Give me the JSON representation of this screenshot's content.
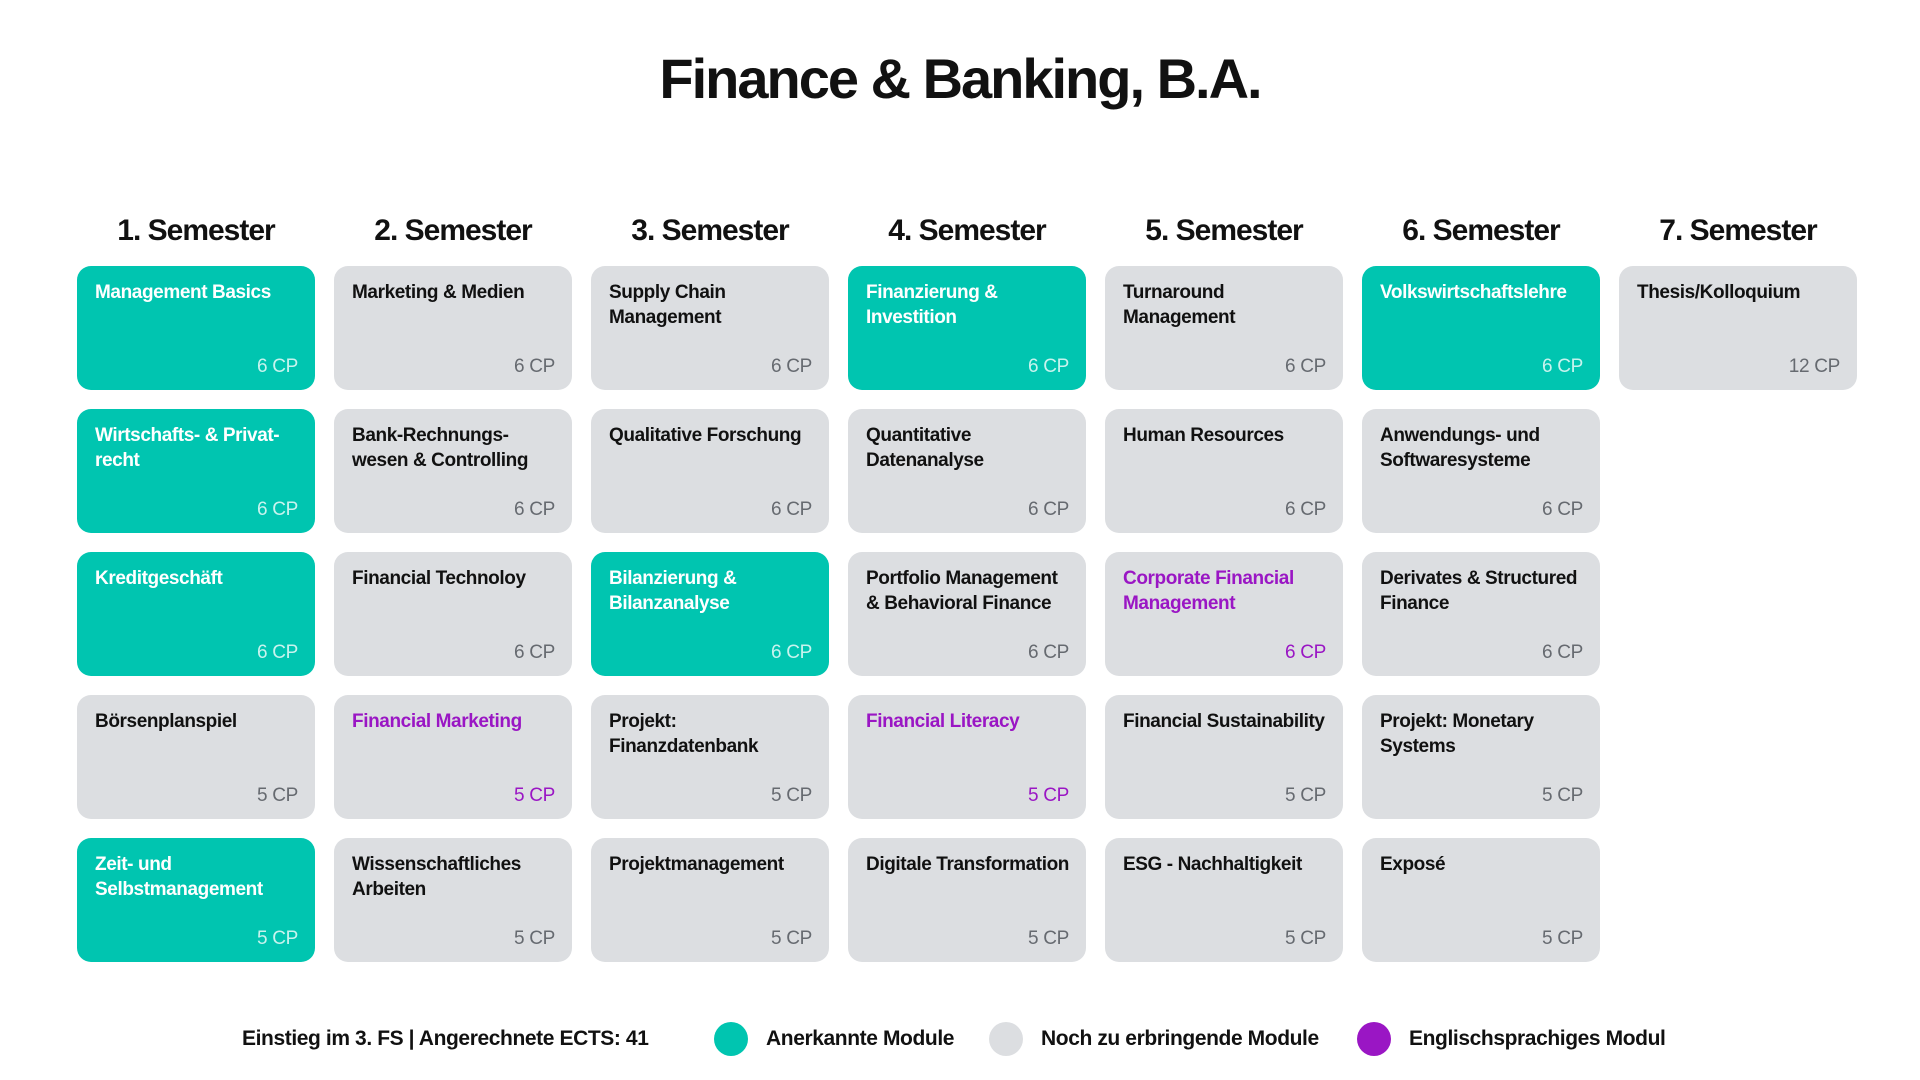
{
  "title": "Finance & Banking, B.A.",
  "colors": {
    "recognized": "#00c5b0",
    "pending": "#dcdee1",
    "english": "#9a16c4"
  },
  "semesters": [
    {
      "label": "1. Semester",
      "modules": [
        {
          "name": "Management Basics",
          "cp": "6 CP",
          "status": "recognized"
        },
        {
          "name": "Wirtschafts- & Privat-recht",
          "cp": "6 CP",
          "status": "recognized"
        },
        {
          "name": "Kreditgeschäft",
          "cp": "6 CP",
          "status": "recognized"
        },
        {
          "name": "Börsenplanspiel",
          "cp": "5 CP",
          "status": "pending"
        },
        {
          "name": "Zeit- und Selbstmanagement",
          "cp": "5 CP",
          "status": "recognized"
        }
      ]
    },
    {
      "label": "2. Semester",
      "modules": [
        {
          "name": "Marketing & Medien",
          "cp": "6 CP",
          "status": "pending"
        },
        {
          "name": "Bank-Rechnungs-wesen & Controlling",
          "cp": "6 CP",
          "status": "pending"
        },
        {
          "name": "Financial Technoloy",
          "cp": "6 CP",
          "status": "pending"
        },
        {
          "name": "Financial Marketing",
          "cp": "5 CP",
          "status": "english"
        },
        {
          "name": "Wissenschaftliches Arbeiten",
          "cp": "5 CP",
          "status": "pending"
        }
      ]
    },
    {
      "label": "3. Semester",
      "modules": [
        {
          "name": "Supply Chain Management",
          "cp": "6 CP",
          "status": "pending"
        },
        {
          "name": "Qualitative Forschung",
          "cp": "6 CP",
          "status": "pending"
        },
        {
          "name": "Bilanzierung & Bilanzanalyse",
          "cp": "6 CP",
          "status": "recognized"
        },
        {
          "name": "Projekt: Finanzdatenbank",
          "cp": "5 CP",
          "status": "pending"
        },
        {
          "name": "Projektmanagement",
          "cp": "5 CP",
          "status": "pending"
        }
      ]
    },
    {
      "label": "4. Semester",
      "modules": [
        {
          "name": "Finanzierung & Investition",
          "cp": "6 CP",
          "status": "recognized"
        },
        {
          "name": "Quantitative Datenanalyse",
          "cp": "6 CP",
          "status": "pending"
        },
        {
          "name": "Portfolio Management & Behavioral Finance",
          "cp": "6 CP",
          "status": "pending"
        },
        {
          "name": "Financial Literacy",
          "cp": "5 CP",
          "status": "english"
        },
        {
          "name": "Digitale Transformation",
          "cp": "5 CP",
          "status": "pending"
        }
      ]
    },
    {
      "label": "5. Semester",
      "modules": [
        {
          "name": "Turnaround Management",
          "cp": "6 CP",
          "status": "pending"
        },
        {
          "name": "Human Resources",
          "cp": "6 CP",
          "status": "pending"
        },
        {
          "name": "Corporate Financial Management",
          "cp": "6 CP",
          "status": "english"
        },
        {
          "name": "Financial Sustainability",
          "cp": "5 CP",
          "status": "pending"
        },
        {
          "name": "ESG - Nachhaltigkeit",
          "cp": "5 CP",
          "status": "pending"
        }
      ]
    },
    {
      "label": "6. Semester",
      "modules": [
        {
          "name": "Volkswirtschaftslehre",
          "cp": "6 CP",
          "status": "recognized"
        },
        {
          "name": "Anwendungs- und Softwaresysteme",
          "cp": "6 CP",
          "status": "pending"
        },
        {
          "name": "Derivates & Structured Finance",
          "cp": "6 CP",
          "status": "pending"
        },
        {
          "name": "Projekt: Monetary Systems",
          "cp": "5 CP",
          "status": "pending"
        },
        {
          "name": "Exposé",
          "cp": "5 CP",
          "status": "pending"
        }
      ]
    },
    {
      "label": "7. Semester",
      "modules": [
        {
          "name": "Thesis/Kolloquium",
          "cp": "12 CP",
          "status": "pending"
        }
      ]
    }
  ],
  "legend": {
    "info": "Einstieg im 3. FS | Angerechnete ECTS: 41",
    "recognized": "Anerkannte Module",
    "pending": "Noch zu erbringende Module",
    "english": "Englischsprachiges Modul"
  }
}
